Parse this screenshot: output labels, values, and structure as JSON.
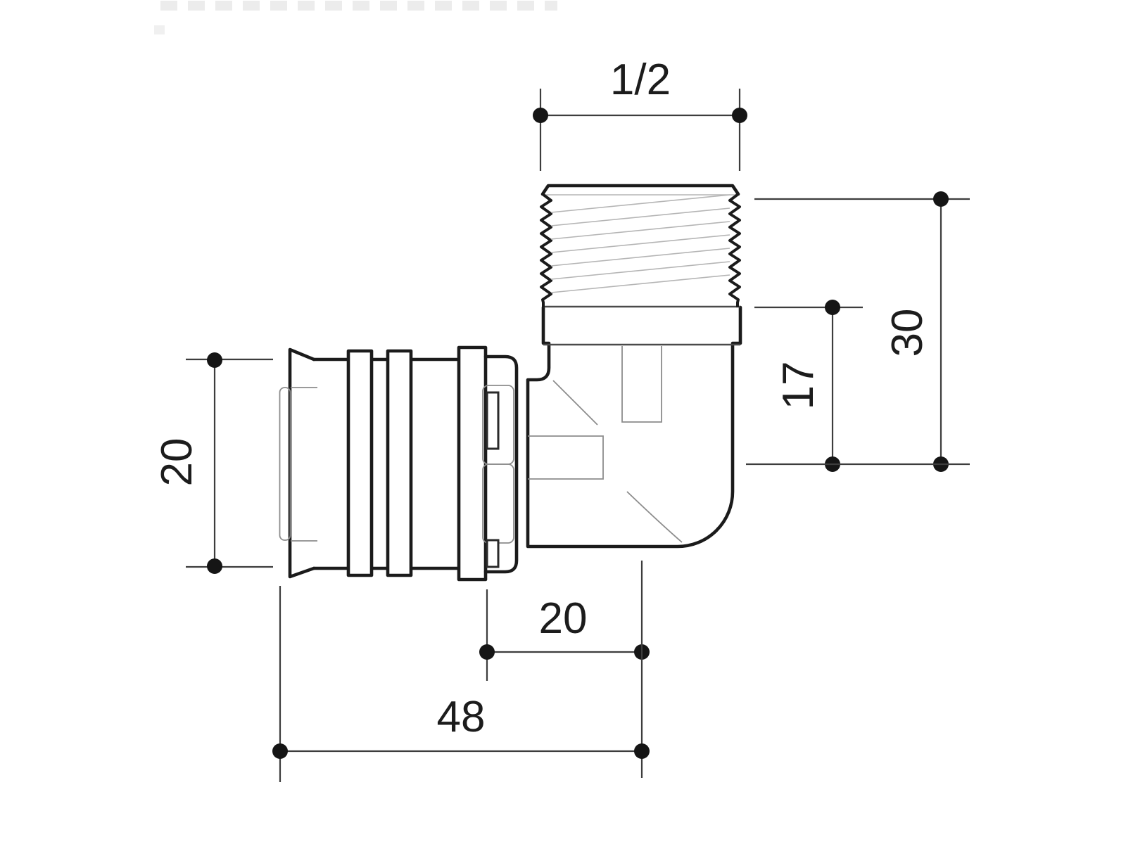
{
  "page": {
    "type": "technical-dimension-drawing",
    "background_color": "#ffffff",
    "outline_color": "#1b1b1b",
    "dimension_color": "#3d3d3d",
    "subject": "side view of a 90-degree press-fitting elbow adapter with male thread"
  },
  "dimensions": {
    "thread_size": {
      "label": "1/2",
      "orientation": "horizontal",
      "position": "top"
    },
    "height_total": {
      "label": "30",
      "orientation": "vertical",
      "position": "right"
    },
    "height_to_thread": {
      "label": "17",
      "orientation": "vertical",
      "position": "right"
    },
    "press_end_diameter": {
      "label": "20",
      "orientation": "vertical",
      "position": "left"
    },
    "axis_offset": {
      "label": "20",
      "orientation": "horizontal",
      "position": "bottom"
    },
    "overall_length": {
      "label": "48",
      "orientation": "horizontal",
      "position": "bottom"
    }
  }
}
